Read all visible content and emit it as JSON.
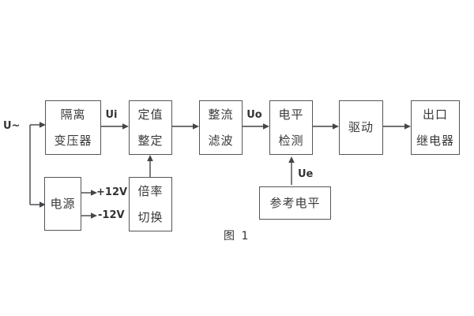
{
  "caption": "图 1",
  "labels": {
    "input": "U~",
    "ui": "Ui",
    "uo": "Uo",
    "ue": "Ue",
    "pos12": "+12V",
    "neg12": "-12V"
  },
  "blocks": {
    "isolation_transformer": {
      "line1": "隔离",
      "line2": "变压器"
    },
    "value_setting": {
      "line1": "定值",
      "line2": "整定"
    },
    "rectifier_filter": {
      "line1": "整流",
      "line2": "滤波"
    },
    "level_detector": {
      "line1": "电平",
      "line2": "检测"
    },
    "driver": {
      "line1": "驱动"
    },
    "output_relay": {
      "line1": "出口",
      "line2": "继电器"
    },
    "power_supply": {
      "line1": "电源"
    },
    "ratio_switch": {
      "line1": "倍率",
      "line2": "切换"
    },
    "reference_level": {
      "line1": "参考电平"
    }
  },
  "colors": {
    "background": "#ffffff",
    "line": "#454549",
    "border": "#55565a",
    "text": "#39393c"
  }
}
